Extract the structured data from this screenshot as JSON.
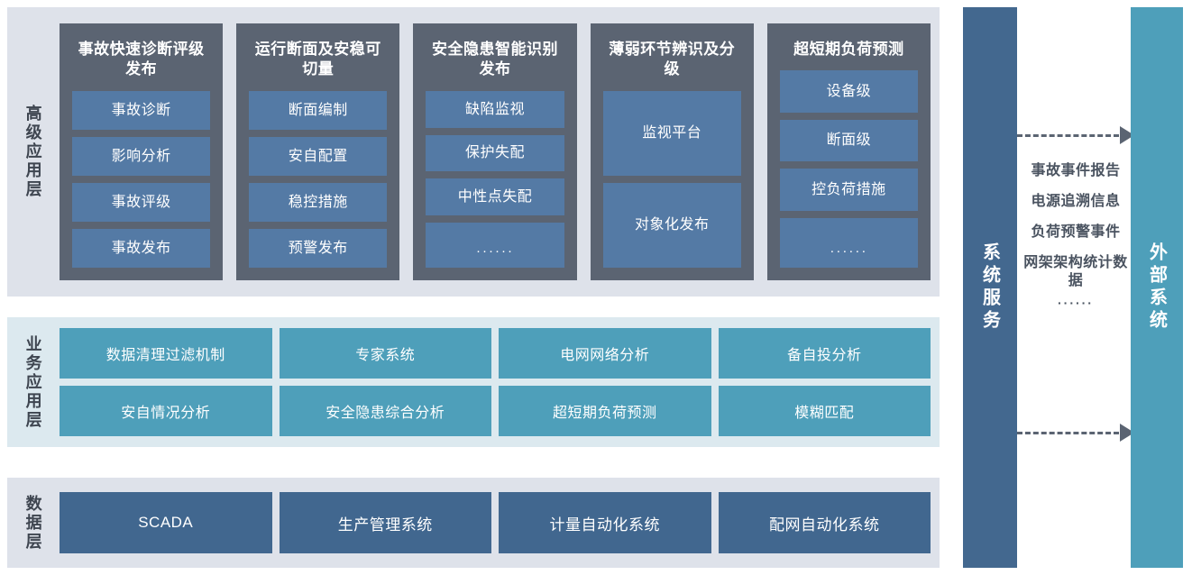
{
  "colors": {
    "panel_gray": "#dee2ea",
    "panel_teal_tint": "#dce9ef",
    "card_slate": "#5b6472",
    "item_blue": "#547aa5",
    "biz_teal": "#4e9fba",
    "data_blue": "#41678f",
    "bar_service": "#43688f",
    "bar_external": "#4e9fba",
    "arrow_gray": "#5b6472",
    "text_dark": "#3e4550"
  },
  "layers": [
    {
      "id": "advanced-application-layer",
      "title": "高级应用层",
      "cards": [
        {
          "title": "事故快速诊断评级发布",
          "items": [
            "事故诊断",
            "影响分析",
            "事故评级",
            "事故发布"
          ]
        },
        {
          "title": "运行断面及安稳可切量",
          "items": [
            "断面编制",
            "安自配置",
            "稳控措施",
            "预警发布"
          ]
        },
        {
          "title": "安全隐患智能识别发布",
          "items": [
            "缺陷监视",
            "保护失配",
            "中性点失配",
            "······"
          ]
        },
        {
          "title": "薄弱环节辨识及分级",
          "items": [
            "监视平台",
            "对象化发布"
          ]
        },
        {
          "title": "超短期负荷预测",
          "items": [
            "设备级",
            "断面级",
            "控负荷措施",
            "······"
          ]
        }
      ]
    },
    {
      "id": "business-application-layer",
      "title": "业务应用层",
      "rows": [
        [
          "数据清理过滤机制",
          "专家系统",
          "电网网络分析",
          "备自投分析"
        ],
        [
          "安自情况分析",
          "安全隐患综合分析",
          "超短期负荷预测",
          "模糊匹配"
        ]
      ]
    },
    {
      "id": "data-layer",
      "title": "数据层",
      "cells": [
        "SCADA",
        "生产管理系统",
        "计量自动化系统",
        "配网自动化系统"
      ]
    }
  ],
  "right_zone": {
    "service_bar_label": "系统服务",
    "external_bar_label": "外部系统",
    "flow_labels": [
      "事故事件报告",
      "电源追溯信息",
      "负荷预警事件",
      "网架架构统计数据",
      "······"
    ],
    "arrows": [
      {
        "name": "arrow-top",
        "direction": "right"
      },
      {
        "name": "arrow-bottom",
        "direction": "right"
      }
    ]
  }
}
